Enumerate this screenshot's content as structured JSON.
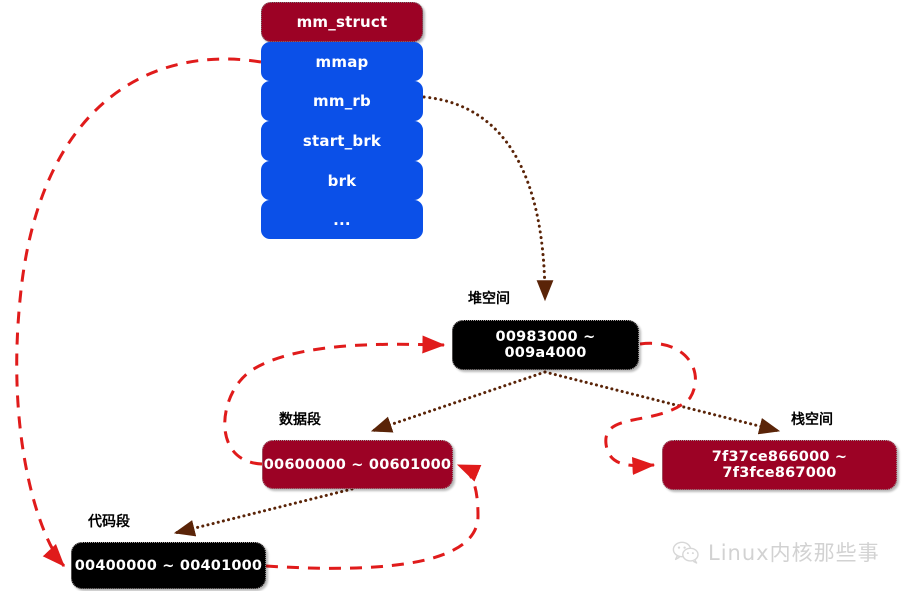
{
  "diagram": {
    "title": "mm_struct memory layout diagram",
    "colors": {
      "maroon": "#9c0225",
      "blue": "#0b50e8",
      "black": "#000000",
      "red_dashed_arrow": "#e01b1b",
      "brown_dotted_arrow": "#5a2408",
      "watermark_gray": "#d2d2d2"
    }
  },
  "mm_struct": {
    "title": "mm_struct",
    "fields": [
      {
        "label": "mmap"
      },
      {
        "label": "mm_rb"
      },
      {
        "label": "start_brk"
      },
      {
        "label": "brk"
      },
      {
        "label": "..."
      }
    ]
  },
  "regions": [
    {
      "key": "heap",
      "label": "堆空间",
      "range": "00983000 ~ 009a4000",
      "style": "black"
    },
    {
      "key": "data",
      "label": "数据段",
      "range": "00600000 ~ 00601000",
      "style": "maroon"
    },
    {
      "key": "stack",
      "label": "栈空间",
      "range": "7f37ce866000 ~ 7f3fce867000",
      "style": "maroon"
    },
    {
      "key": "code",
      "label": "代码段",
      "range": "00400000 ~ 00401000",
      "style": "black"
    }
  ],
  "watermark": {
    "icon": "wechat-icon",
    "text": "Linux内核那些事"
  }
}
